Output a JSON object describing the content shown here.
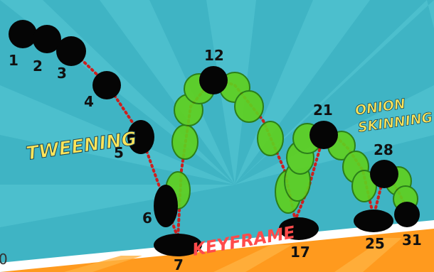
{
  "labels": {
    "tweening": "TWEENING",
    "onion_line1": "ONION",
    "onion_line2": "SKINNING",
    "keyframe": "KEYFRAME"
  },
  "frame_numbers": [
    "1",
    "2",
    "3",
    "4",
    "5",
    "6",
    "7",
    "12",
    "17",
    "21",
    "25",
    "28",
    "31"
  ],
  "edge_mark": "0",
  "colors": {
    "background": "#3fb4c4",
    "ray_light": "#55c6d3",
    "ground": "#ff9a1e",
    "ground_stripe": "#ffffff",
    "ball": "#050505",
    "onion_fill": "#5fd020",
    "onion_stroke": "#2a7a0c",
    "path_dots": "#cc1f1f",
    "caption": "#ffe55a",
    "keyframe_text": "#ff4b4b"
  }
}
